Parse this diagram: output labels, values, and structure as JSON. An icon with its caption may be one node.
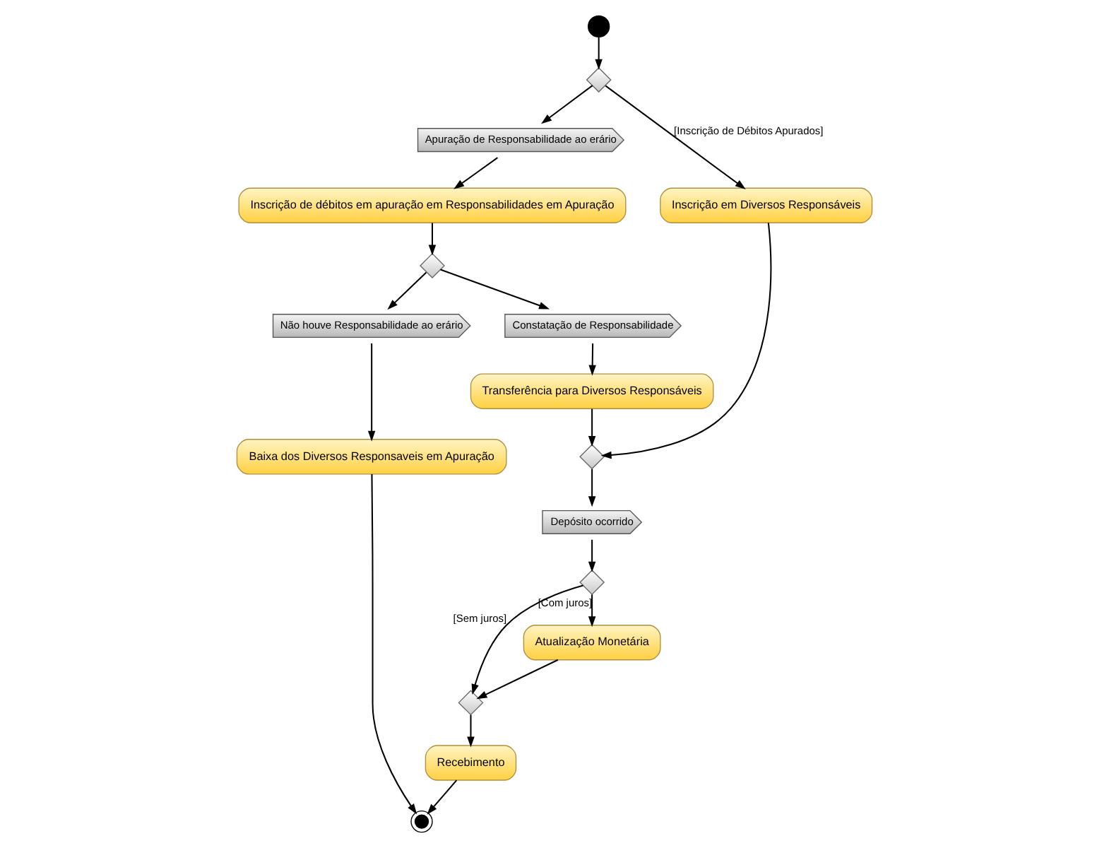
{
  "diagram": {
    "nodes": [
      {
        "text": [],
        "shape": "circle"
      },
      {
        "text": [],
        "shape": "diamond"
      },
      {
        "text": [
          "Apuração de Responsabilidade ao erário"
        ]
      },
      {
        "text": [
          "Inscrição de débitos em apuração em Responsabilidades em Apuração"
        ]
      },
      {
        "text": [],
        "shape": "diamond"
      },
      {
        "text": [
          "Não houve Responsabilidade ao erário"
        ]
      },
      {
        "text": [
          "Constatação de Responsabilidade"
        ]
      },
      {
        "text": [
          "Baixa dos Diversos Responsaveis em Apuração"
        ]
      },
      {
        "text": [],
        "shape": "circle"
      },
      {
        "text": [
          "Transferência para Diversos Responsáveis"
        ]
      },
      {
        "text": [
          "Inscrição em Diversos Responsáveis"
        ]
      },
      {
        "text": [],
        "shape": "diamond"
      },
      {
        "text": [
          "Recebimento"
        ]
      },
      {
        "text": [
          "Depósito ocorrido"
        ]
      },
      {
        "text": [],
        "shape": "diamond"
      },
      {
        "text": [],
        "shape": "diamond"
      },
      {
        "text": [
          "Atualização Monetária"
        ]
      }
    ],
    "edges": [
      {
        "from": 0,
        "to": 1,
        "arrow": "to"
      },
      {
        "from": 1,
        "to": 2,
        "arrow": "to"
      },
      {
        "from": 2,
        "to": 3,
        "arrow": "to"
      },
      {
        "from": 3,
        "to": 4,
        "arrow": "to"
      },
      {
        "from": 4,
        "to": 5,
        "arrow": "to"
      },
      {
        "from": 4,
        "to": 6,
        "arrow": "to"
      },
      {
        "from": 5,
        "to": 7,
        "arrow": "to"
      },
      {
        "from": 7,
        "to": 8,
        "arrow": "to"
      },
      {
        "from": 6,
        "to": 9,
        "arrow": "to"
      },
      {
        "from": 1,
        "to": 10,
        "arrow": "to",
        "label": "[Inscrição de Débitos Apurados]"
      },
      {
        "from": 9,
        "to": 11,
        "arrow": "to"
      },
      {
        "from": 10,
        "to": 11,
        "arrow": "to"
      },
      {
        "from": 11,
        "to": 13,
        "arrow": "to"
      },
      {
        "from": 13,
        "to": 14,
        "arrow": "to"
      },
      {
        "from": 14,
        "to": 15,
        "arrow": "to",
        "label": "[Sem juros]"
      },
      {
        "from": 14,
        "to": 16,
        "arrow": "to",
        "label": "[Com juros]"
      },
      {
        "from": 16,
        "to": 15,
        "arrow": "to"
      },
      {
        "from": 15,
        "to": 12,
        "arrow": "to"
      },
      {
        "from": 12,
        "to": 8,
        "arrow": "to"
      }
    ]
  }
}
